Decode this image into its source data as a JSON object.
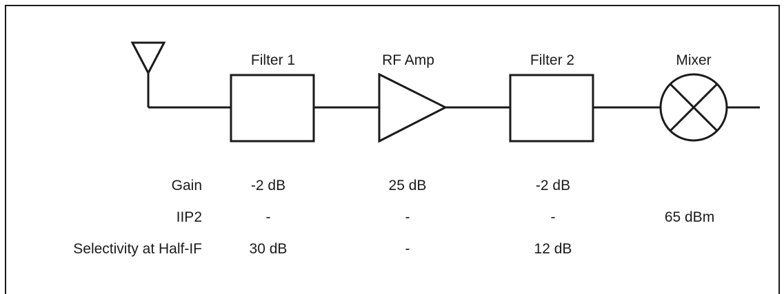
{
  "blocks": {
    "filter1": {
      "label": "Filter 1"
    },
    "rf_amp": {
      "label": "RF Amp"
    },
    "filter2": {
      "label": "Filter 2"
    },
    "mixer": {
      "label": "Mixer"
    }
  },
  "table": {
    "rows": [
      {
        "label": "Gain",
        "filter1": "-2 dB",
        "rf_amp": "25 dB",
        "filter2": "-2 dB",
        "mixer": ""
      },
      {
        "label": "IIP2",
        "filter1": "-",
        "rf_amp": "-",
        "filter2": "-",
        "mixer": "65 dBm"
      },
      {
        "label": "Selectivity at Half-IF",
        "filter1": "30 dB",
        "rf_amp": "-",
        "filter2": "12 dB",
        "mixer": ""
      }
    ]
  },
  "colors": {
    "stroke": "#1a1a1a",
    "background": "#ffffff"
  }
}
